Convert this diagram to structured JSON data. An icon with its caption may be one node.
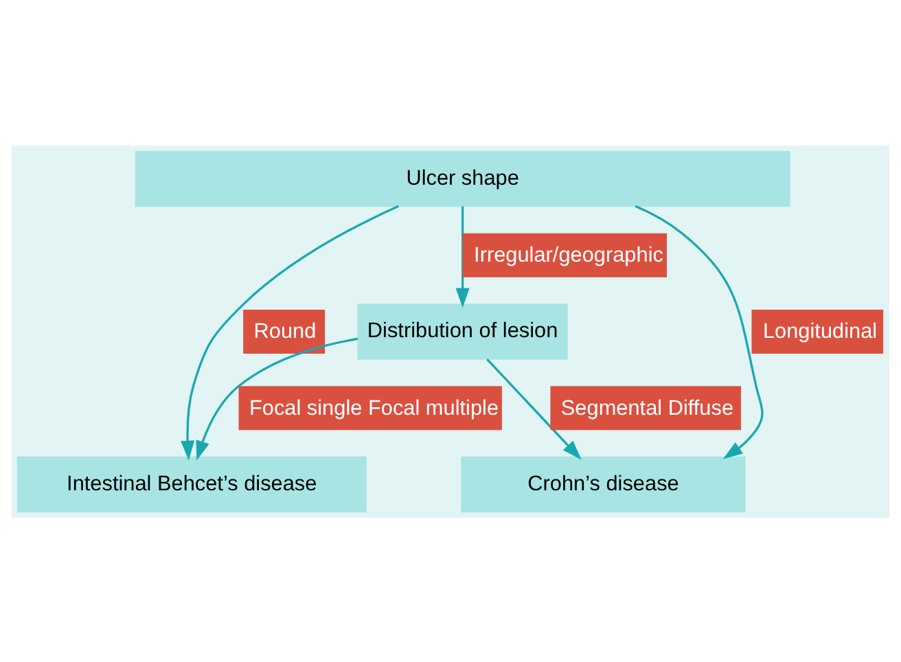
{
  "diagram": {
    "nodes": [
      {
        "text": [
          "Ulcer shape"
        ]
      },
      {
        "text": [
          "Distribution of lesion"
        ]
      },
      {
        "text": [
          "Intestinal Behcet’s disease"
        ]
      },
      {
        "text": [
          "Crohn’s disease"
        ]
      }
    ],
    "edges": [
      {
        "from": 0,
        "to": 2,
        "arrow": "to",
        "label": "Round"
      },
      {
        "from": 0,
        "to": 1,
        "arrow": "to",
        "label": "Irregular/geographic"
      },
      {
        "from": 0,
        "to": 3,
        "arrow": "to",
        "label": "Longitudinal"
      },
      {
        "from": 1,
        "to": 2,
        "arrow": "to",
        "label": "Focal single Focal multiple"
      },
      {
        "from": 1,
        "to": 3,
        "arrow": "to",
        "label": "Segmental Diffuse"
      }
    ]
  }
}
